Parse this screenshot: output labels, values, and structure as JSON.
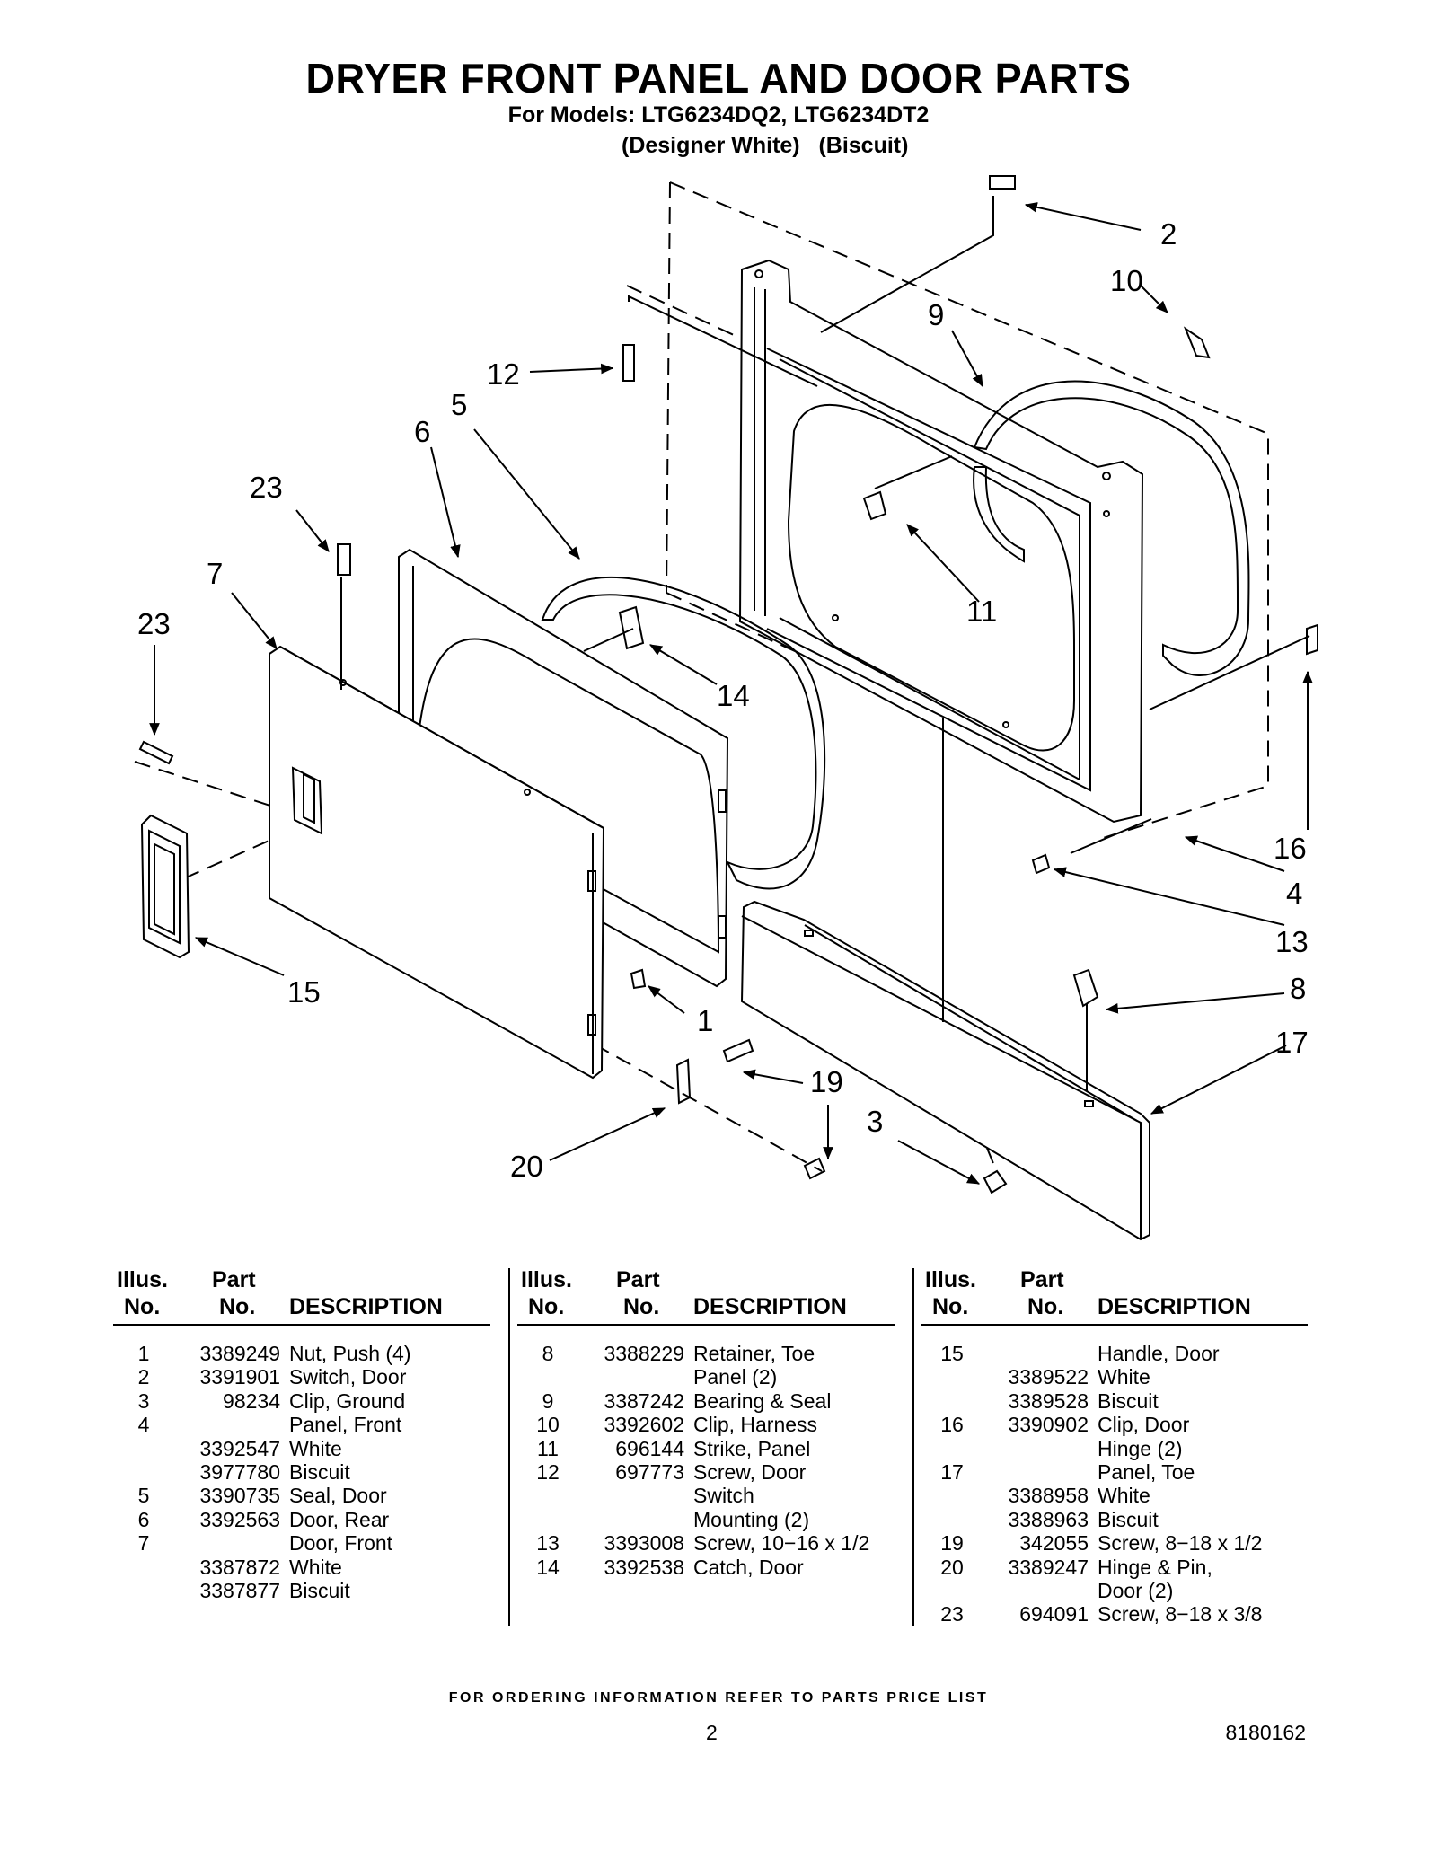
{
  "header": {
    "title": "DRYER FRONT PANEL AND DOOR PARTS",
    "models": "For Models: LTG6234DQ2, LTG6234DT2",
    "variants": "(Designer White)   (Biscuit)"
  },
  "diagram": {
    "callouts": [
      "2",
      "10",
      "9",
      "12",
      "5",
      "6",
      "23",
      "7",
      "23",
      "11",
      "14",
      "16",
      "4",
      "13",
      "8",
      "17",
      "1",
      "15",
      "19",
      "3",
      "20"
    ]
  },
  "table": {
    "headers": {
      "illus_1": "Illus.",
      "illus_2": "No.",
      "part_1": "Part",
      "part_2": "No.",
      "desc": "DESCRIPTION"
    },
    "col1": [
      {
        "illus": "1",
        "part": "3389249",
        "desc": "Nut, Push (4)"
      },
      {
        "illus": "2",
        "part": "3391901",
        "desc": "Switch, Door"
      },
      {
        "illus": "3",
        "part": "98234",
        "desc": "Clip, Ground"
      },
      {
        "illus": "4",
        "part": "",
        "desc": "Panel, Front"
      },
      {
        "illus": "",
        "part": "3392547",
        "desc": "White"
      },
      {
        "illus": "",
        "part": "3977780",
        "desc": "Biscuit"
      },
      {
        "illus": "5",
        "part": "3390735",
        "desc": "Seal, Door"
      },
      {
        "illus": "6",
        "part": "3392563",
        "desc": "Door, Rear"
      },
      {
        "illus": "7",
        "part": "",
        "desc": "Door, Front"
      },
      {
        "illus": "",
        "part": "3387872",
        "desc": "White"
      },
      {
        "illus": "",
        "part": "3387877",
        "desc": "Biscuit"
      }
    ],
    "col2": [
      {
        "illus": "8",
        "part": "3388229",
        "desc": "Retainer, Toe"
      },
      {
        "illus": "",
        "part": "",
        "desc": "Panel (2)"
      },
      {
        "illus": "9",
        "part": "3387242",
        "desc": "Bearing & Seal"
      },
      {
        "illus": "10",
        "part": "3392602",
        "desc": "Clip, Harness"
      },
      {
        "illus": "11",
        "part": "696144",
        "desc": "Strike, Panel"
      },
      {
        "illus": "12",
        "part": "697773",
        "desc": "Screw, Door"
      },
      {
        "illus": "",
        "part": "",
        "desc": "Switch"
      },
      {
        "illus": "",
        "part": "",
        "desc": "Mounting (2)"
      },
      {
        "illus": "13",
        "part": "3393008",
        "desc": "Screw, 10−16 x 1/2"
      },
      {
        "illus": "14",
        "part": "3392538",
        "desc": "Catch, Door"
      }
    ],
    "col3": [
      {
        "illus": "15",
        "part": "",
        "desc": "Handle, Door"
      },
      {
        "illus": "",
        "part": "3389522",
        "desc": "White"
      },
      {
        "illus": "",
        "part": "3389528",
        "desc": "Biscuit"
      },
      {
        "illus": "16",
        "part": "3390902",
        "desc": "Clip, Door"
      },
      {
        "illus": "",
        "part": "",
        "desc": "Hinge (2)"
      },
      {
        "illus": "17",
        "part": "",
        "desc": "Panel, Toe"
      },
      {
        "illus": "",
        "part": "3388958",
        "desc": "White"
      },
      {
        "illus": "",
        "part": "3388963",
        "desc": "Biscuit"
      },
      {
        "illus": "19",
        "part": "342055",
        "desc": "Screw, 8−18 x 1/2"
      },
      {
        "illus": "20",
        "part": "3389247",
        "desc": "Hinge & Pin,"
      },
      {
        "illus": "",
        "part": "",
        "desc": "Door (2)"
      },
      {
        "illus": "23",
        "part": "694091",
        "desc": "Screw, 8−18 x 3/8"
      }
    ]
  },
  "footer": {
    "ordering_note": "FOR ORDERING INFORMATION REFER TO PARTS PRICE LIST",
    "page_number": "2",
    "document_number": "8180162"
  }
}
